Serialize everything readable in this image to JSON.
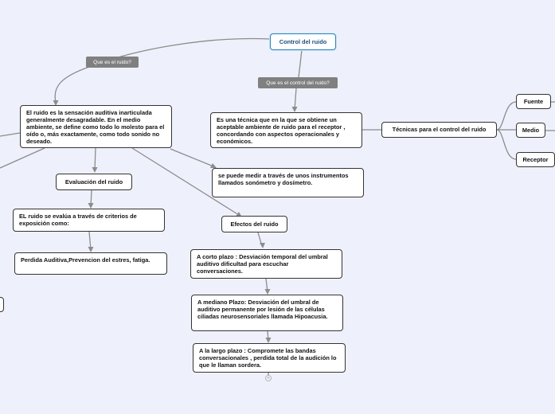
{
  "root": {
    "text": "Control del ruido"
  },
  "labels": {
    "que_es_ruido": "Que es el ruido?",
    "que_es_control": "Que es el control del ruido?"
  },
  "nodes": {
    "definicion": "El ruido es la sensación auditiva inarticulada generalmente desagradable. En el medio ambiente, se define como todo lo molesto para el oído o, más exactamente, como todo sonido no deseado.",
    "control_desc": "Es una técnica que en la que se obtiene un aceptable ambiente de ruido para el receptor , concordando con aspectos operacionales y económicos.",
    "tecnicas": "Técnicas para el control del ruido",
    "fuente": "Fuente",
    "medio": "Medio",
    "receptor": "Receptor",
    "medicion": "se puede medir a través de unos instrumentos llamados sonómetro y dosímetro.",
    "evaluacion": "Evaluación del ruido",
    "evalua_criterios": "EL ruido se evalúa a través de criterios de exposición como:",
    "perdida": "Perdida Auditiva,Prevencion del estres, fatiga.",
    "efectos": "Efectos del ruido",
    "corto": "A corto plazo : Desviación temporal del umbral auditivo dificultad para escuchar conversaciones.",
    "mediano": "A mediano Plazo: Desviación del umbral de auditivo permanente por lesión de las células ciliadas neurosensoriales llamada Hipoacusia.",
    "largo": "A la largo plazo : Compromete las bandas conversacionales , perdida total de la audición lo que le llaman sordera."
  },
  "colors": {
    "background": "#eef1fb",
    "connector": "#8c8c8c",
    "root_border": "#2b86c2",
    "label_bg": "#808080"
  },
  "icons": {
    "collapse": "plus-circle-icon"
  }
}
